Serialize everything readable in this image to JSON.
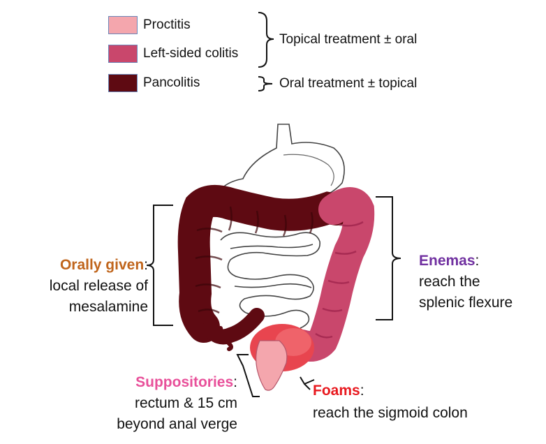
{
  "legend": {
    "items": [
      {
        "label": "Proctitis",
        "color": "#f4a6ad"
      },
      {
        "label": "Left-sided colitis",
        "color": "#c9476c"
      },
      {
        "label": "Pancolitis",
        "color": "#5e0a12"
      }
    ],
    "topical_label": "Topical treatment ± oral",
    "oral_label": "Oral treatment ± topical"
  },
  "annotations": {
    "oral": {
      "title": "Orally given",
      "colon": ":",
      "line1": "local release of",
      "line2": "mesalamine",
      "color": "#c0651c"
    },
    "enemas": {
      "title": "Enemas",
      "colon": ":",
      "line1": "reach the",
      "line2": "splenic flexure",
      "color": "#7030a0"
    },
    "suppositories": {
      "title": "Suppositories",
      "colon": ":",
      "line1": "rectum & 15 cm",
      "line2": "beyond anal verge",
      "color": "#e8509a"
    },
    "foams": {
      "title": "Foams",
      "colon": ":",
      "line1": "reach the sigmoid colon",
      "color": "#e8191f"
    }
  }
}
